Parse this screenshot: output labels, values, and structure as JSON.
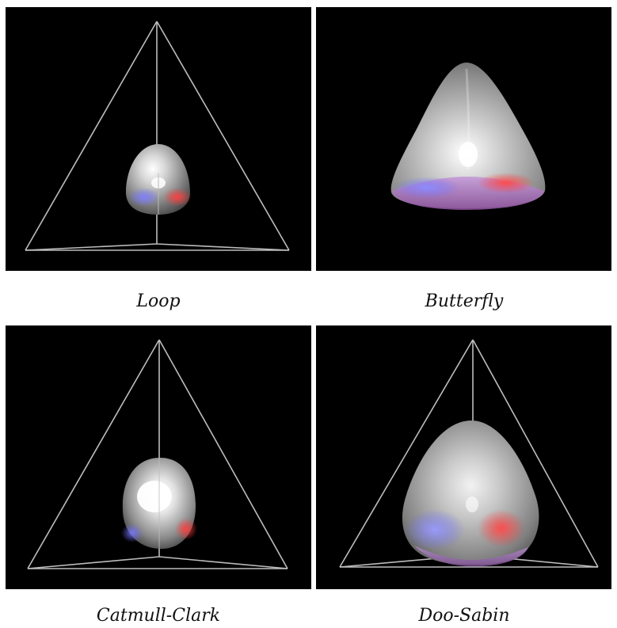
{
  "figure": {
    "panels": [
      {
        "id": "loop",
        "caption": "Loop"
      },
      {
        "id": "butterfly",
        "caption": "Butterfly"
      },
      {
        "id": "catmull-clark",
        "caption": "Catmull-Clark"
      },
      {
        "id": "doo-sabin",
        "caption": "Doo-Sabin"
      }
    ],
    "colors": {
      "background": "#000000",
      "wireframe": "#bdbdbd",
      "highlight_blue": "#6e6eff",
      "highlight_red": "#ff3b3b",
      "surface": "#c8c8c8"
    }
  }
}
